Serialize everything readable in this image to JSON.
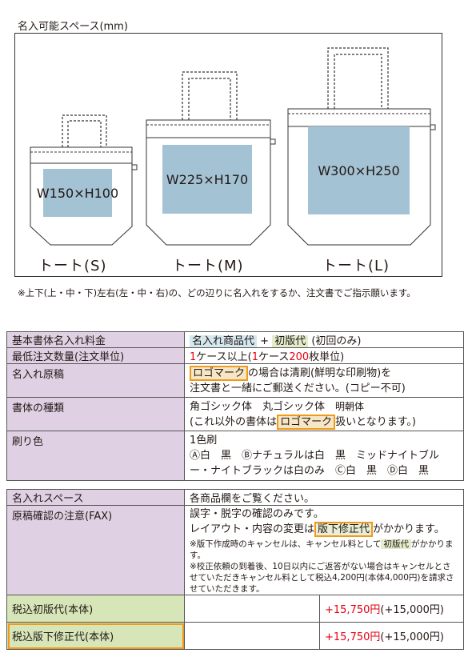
{
  "section_title": "名入可能スペース(mm)",
  "bags": [
    {
      "area": "W150×H100",
      "label": "トート(S)"
    },
    {
      "area": "W225×H170",
      "label": "トート(M)"
    },
    {
      "area": "W300×H250",
      "label": "トート(L)"
    }
  ],
  "note": "※上下(上・中・下)左右(左・中・右)の、どの辺りに名入れをするか、注文書でご指示願います。",
  "table1": {
    "r1": {
      "label": "基本書体名入れ料金",
      "a": "名入れ商品代",
      "plus": "+",
      "b": "初版代",
      "c": "(初回のみ)"
    },
    "r2": {
      "label": "最低注文数量(注文単位)",
      "v1": "1",
      "v2": "ケース以上(",
      "v3": "1",
      "v4": "ケース",
      "v5": "200",
      "v6": "枚単位)"
    },
    "r3": {
      "label": "名入れ原稿",
      "logo": "ロゴマーク",
      "t1": "の場合は清刷(鮮明な印刷物)を",
      "t2": "注文書と一緒にご郵送ください。(コピー不可)"
    },
    "r4": {
      "label": "書体の種類",
      "fonts": "角ゴシック体　丸ゴシック体",
      "mincho": "明朝体",
      "t1": "(これ以外の書体は",
      "logo": "ロゴマーク",
      "t2": "扱いとなります。)"
    },
    "r5": {
      "label": "刷り色",
      "t1": "1色刷",
      "t2": "Ⓐ白　黒　Ⓑナチュラルは白　黒　ミッドナイトブル",
      "t3": "ー・ナイトブラックは白のみ　Ⓒ白　黒　Ⓓ白　黒"
    }
  },
  "table2": {
    "r1": {
      "label": "名入れスペース",
      "value": "各商品欄をご覧ください。"
    },
    "r2": {
      "label": "原稿確認の注意(FAX)",
      "t1": "誤字・脱字の確認のみです。",
      "t2a": "レイアウト・内容の変更は",
      "t2b": "版下修正代",
      "t2c": "がかかります。",
      "s1a": "※版下作成時のキャンセルは、キャンセル料として",
      "s1b": "初版代",
      "s1c": "がかかります。",
      "s2": "※校正依頼の到着後、10日以内にご返答がない場合はキャンセルとさせていただきキャンセル料として税込4,200円(本体4,000円)を請求させていただきます。"
    },
    "r3": {
      "label": "税込初版代(本体)",
      "price": "+15,750円",
      "base": "(+15,000円)"
    },
    "r4": {
      "label": "税込版下修正代(本体)",
      "price": "+15,750円",
      "base": "(+15,000円)"
    }
  }
}
